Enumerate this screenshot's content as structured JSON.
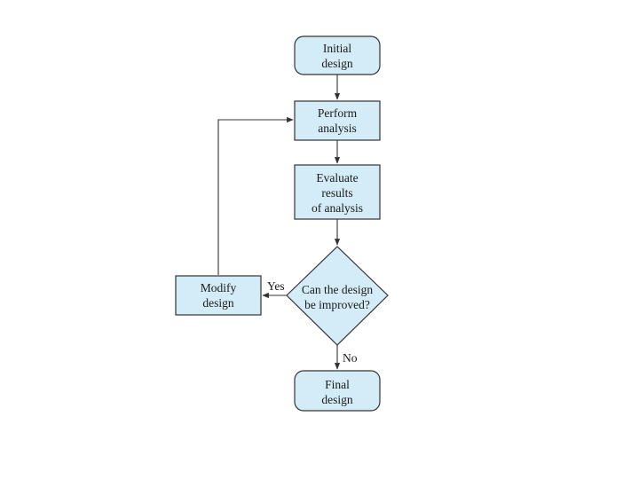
{
  "diagram": {
    "nodes": {
      "initial": {
        "lines": [
          "Initial",
          "design"
        ]
      },
      "perform": {
        "lines": [
          "Perform",
          "analysis"
        ]
      },
      "evaluate": {
        "lines": [
          "Evaluate",
          "results",
          "of analysis"
        ]
      },
      "decision": {
        "lines": [
          "Can the design",
          "be improved?"
        ]
      },
      "modify": {
        "lines": [
          "Modify",
          "design"
        ]
      },
      "final": {
        "lines": [
          "Final",
          "design"
        ]
      }
    },
    "edges": {
      "yes_label": "Yes",
      "no_label": "No"
    },
    "colors": {
      "node_fill": "#d4ecf7",
      "stroke": "#333333"
    }
  }
}
